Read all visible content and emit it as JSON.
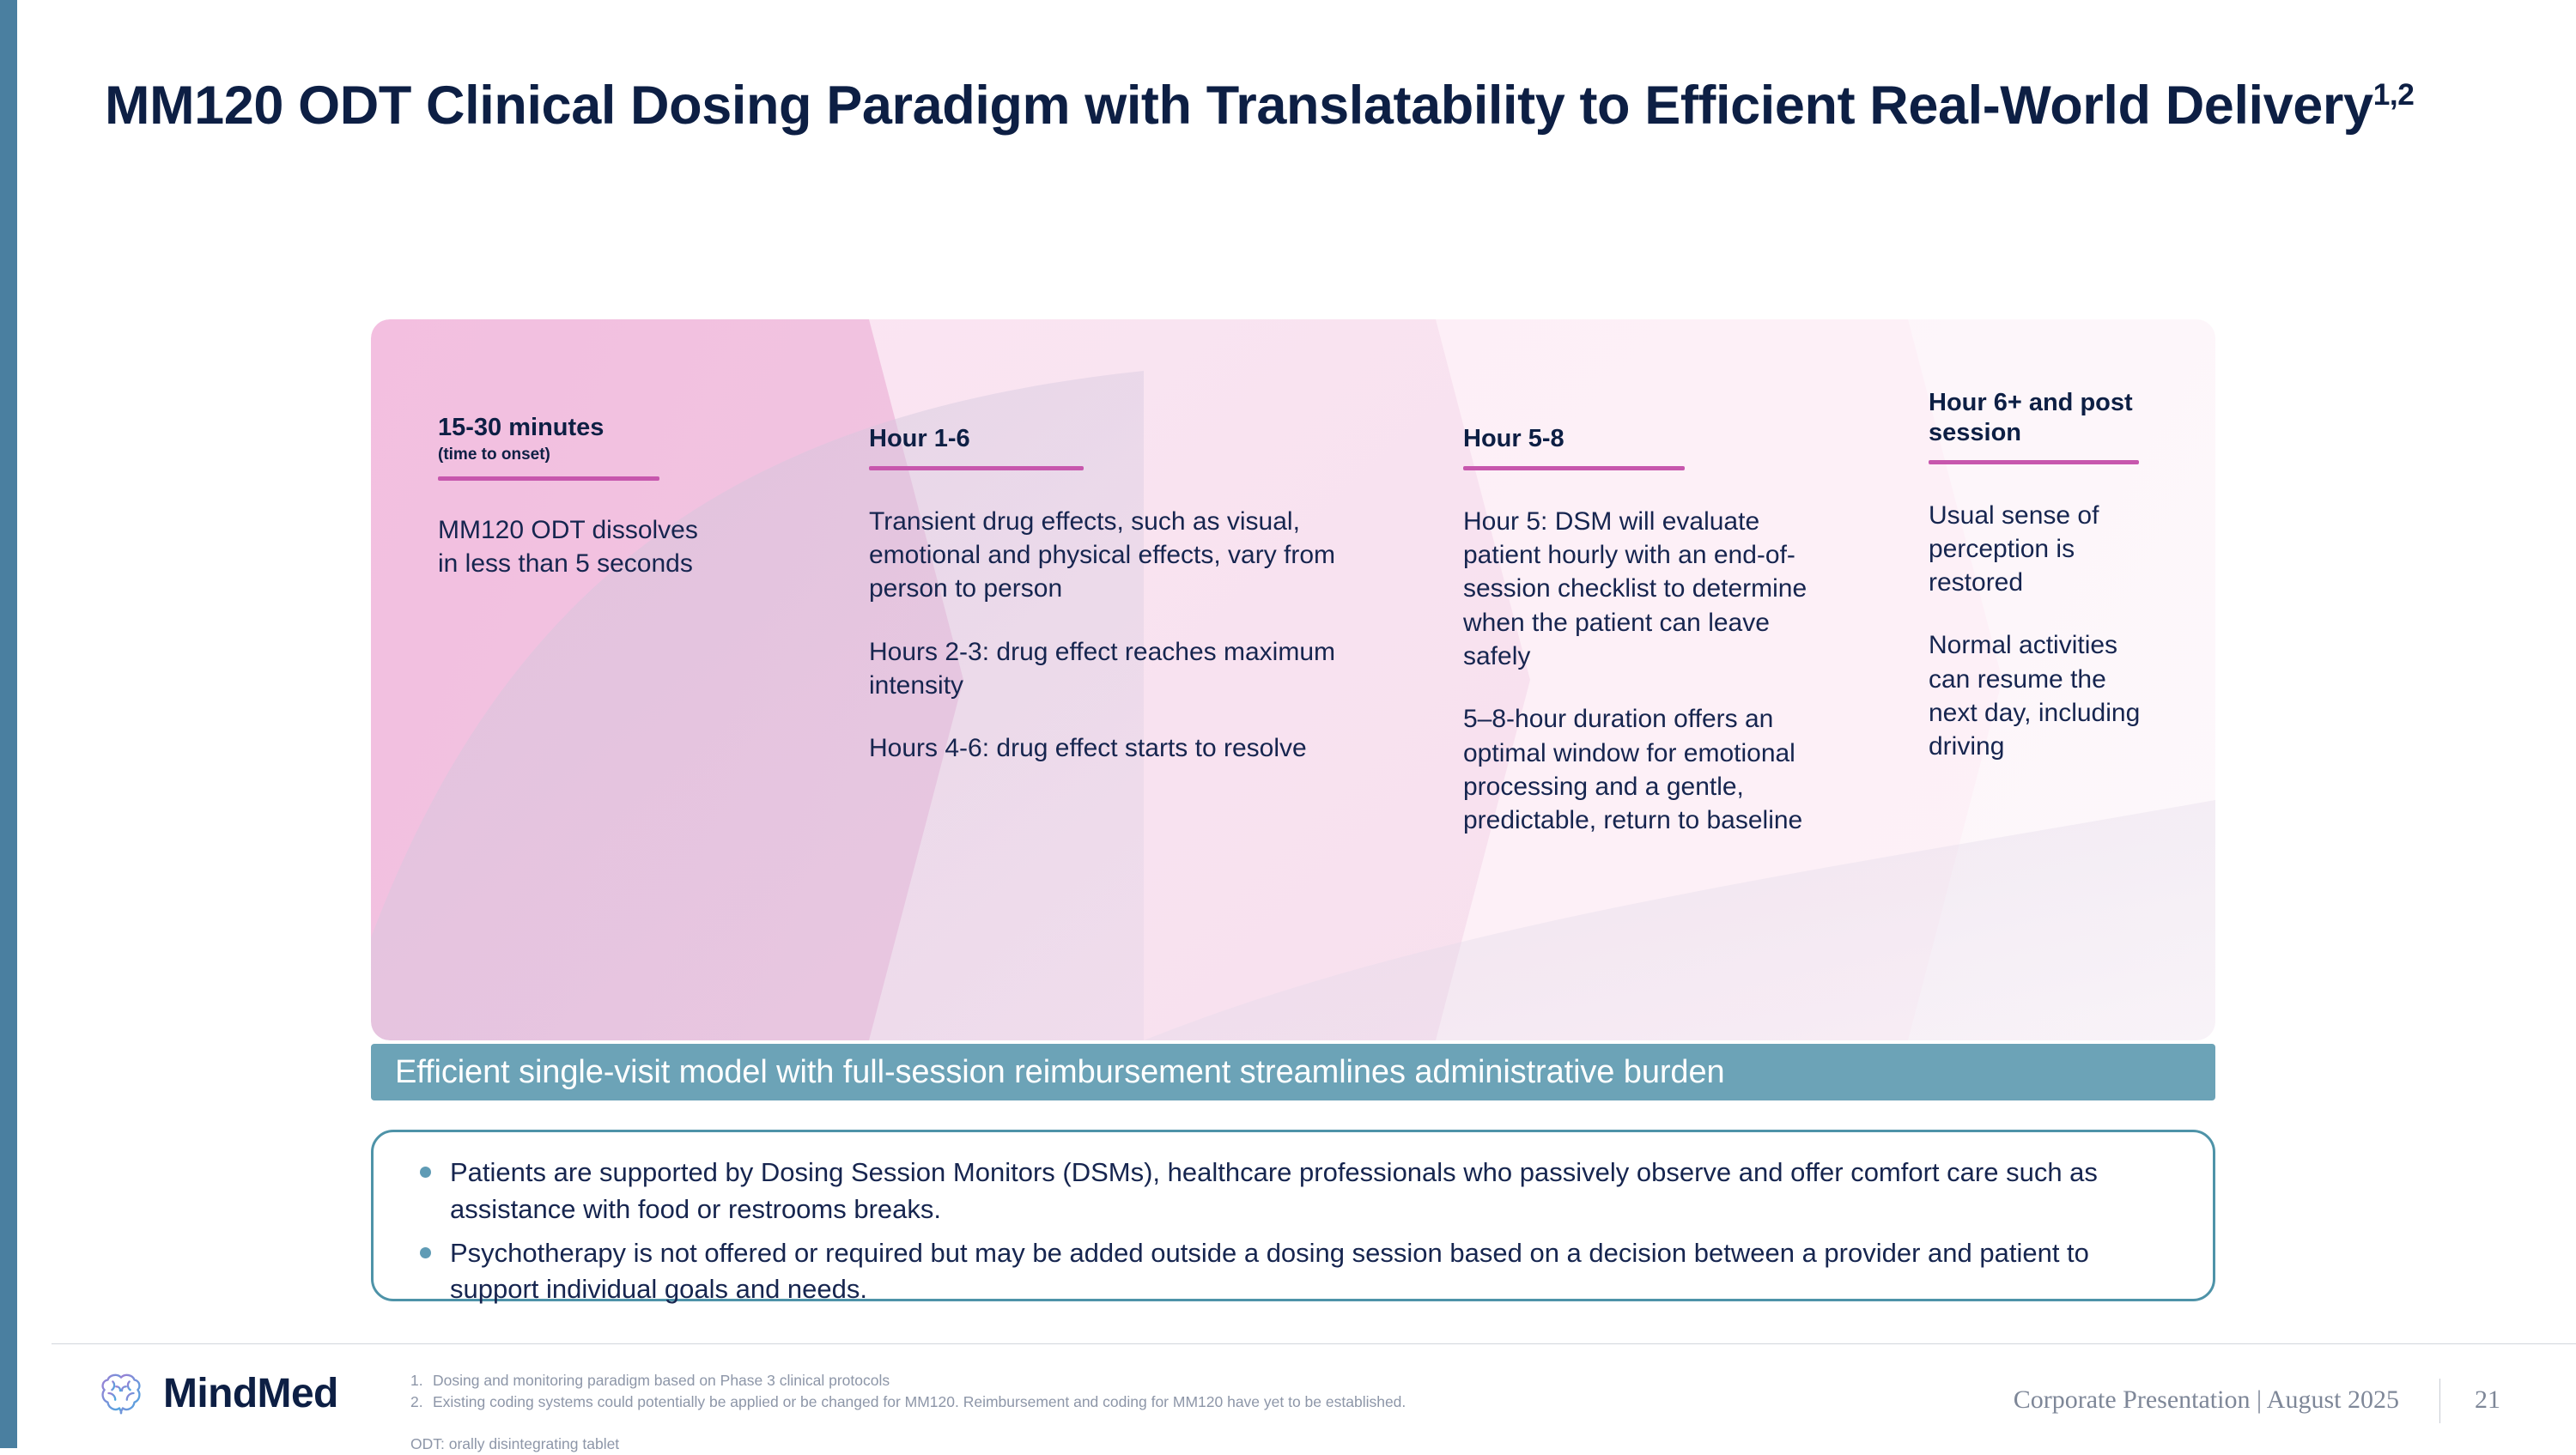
{
  "slide": {
    "title_main": "MM120 ODT Clinical Dosing Paradigm with Translatability to Efficient Real-World Delivery",
    "title_superscript": "1,2"
  },
  "timeline": {
    "columns": [
      {
        "heading": "15-30 minutes",
        "subheading": "(time to onset)",
        "paragraphs": [
          "MM120 ODT dissolves in less than 5 seconds"
        ]
      },
      {
        "heading": "Hour 1-6",
        "subheading": "",
        "paragraphs": [
          "Transient drug effects, such as visual, emotional and physical effects, vary from person to person",
          "Hours 2-3: drug effect reaches maximum intensity",
          "Hours 4-6: drug effect starts to resolve"
        ]
      },
      {
        "heading": "Hour 5-8",
        "subheading": "",
        "paragraphs": [
          "Hour 5: DSM will evaluate patient hourly with an end-of-session checklist to determine when the patient can leave safely",
          "5–8-hour duration offers an optimal window for emotional processing and a gentle, predictable, return to baseline"
        ]
      },
      {
        "heading": "Hour 6+ and post session",
        "subheading": "",
        "paragraphs": [
          "Usual sense of perception is restored",
          "Normal activities can resume the next day, including driving"
        ]
      }
    ],
    "accent_rule_color": "#c757ad"
  },
  "banner": {
    "text": "Efficient single-visit model with full-session reimbursement streamlines administrative burden",
    "background_color": "#6ca3b7"
  },
  "callout": {
    "bullets": [
      "Patients are supported by Dosing Session Monitors (DSMs), healthcare professionals who passively observe and offer comfort care such as assistance with food or restrooms breaks.",
      "Psychotherapy is not offered or required but may be added outside a dosing session based on a decision between a provider and patient to support individual goals and needs."
    ],
    "border_color": "#4e93a8"
  },
  "footer": {
    "logo_text": "MindMed",
    "footnotes": [
      {
        "number": "1.",
        "text": "Dosing and monitoring paradigm based on Phase 3 clinical protocols"
      },
      {
        "number": "2.",
        "text": "Existing coding systems could potentially be applied or be changed for MM120. Reimbursement and coding for MM120 have yet to be established."
      }
    ],
    "abbreviation": "ODT: orally disintegrating tablet",
    "deck_label": "Corporate Presentation | August 2025",
    "page_number": "21"
  },
  "theme": {
    "accent_bar_color": "#4a7fa0",
    "title_color": "#0d1f44",
    "body_text_color": "#16254f"
  }
}
